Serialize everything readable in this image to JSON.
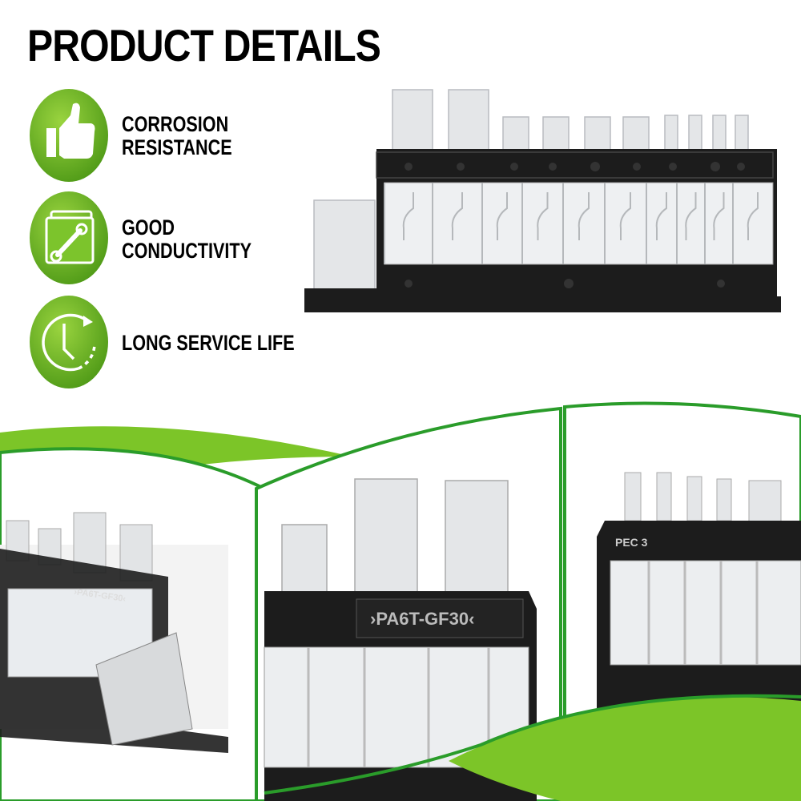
{
  "title": "PRODUCT DETAILS",
  "features": [
    {
      "icon": "thumbs-up-icon",
      "lines": [
        "CORROSION",
        "RESISTANCE"
      ]
    },
    {
      "icon": "wrench-icon",
      "lines": [
        "GOOD",
        "CONDUCTIVITY"
      ]
    },
    {
      "icon": "clock-icon",
      "lines": [
        "LONG SERVICE LIFE"
      ]
    }
  ],
  "product_markings": {
    "material": "›PA6T-GF30‹",
    "brand": "PEC 3"
  },
  "colors": {
    "green": "#6cb821",
    "green_light": "#8fd13a",
    "black": "#1c1c1c"
  }
}
